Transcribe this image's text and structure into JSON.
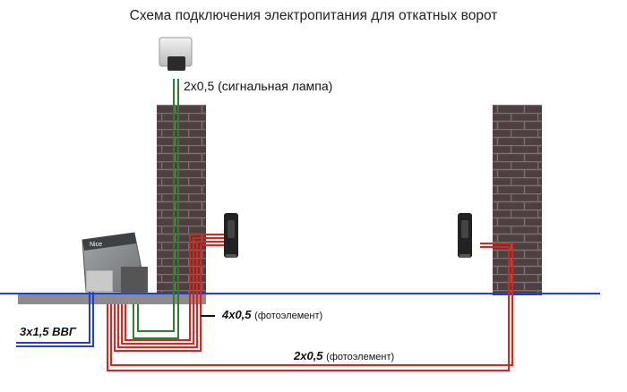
{
  "title": "Схема подключения электропитания для откатных ворот",
  "labels": {
    "lamp_cable": "2x0,5 (сигнальная лампа)",
    "photo_cable_1_value": "4x0,5",
    "photo_cable_1_note": "(фотоэлемент)",
    "photo_cable_2_value": "2x0,5",
    "photo_cable_2_note": "(фотоэлемент)",
    "power_cable": "3x1,5 ВВГ",
    "drive_brand": "Nice"
  },
  "colors": {
    "brick": "#4e4040",
    "mortar": "#7d7070",
    "ground_line": "#1f3fd6",
    "power_cable": "#1f3fd6",
    "photo_cable": "#e0221b",
    "lamp_cable": "#2f7d2f",
    "drive_body": "#8a8d90",
    "base": "#8c8c8c"
  }
}
